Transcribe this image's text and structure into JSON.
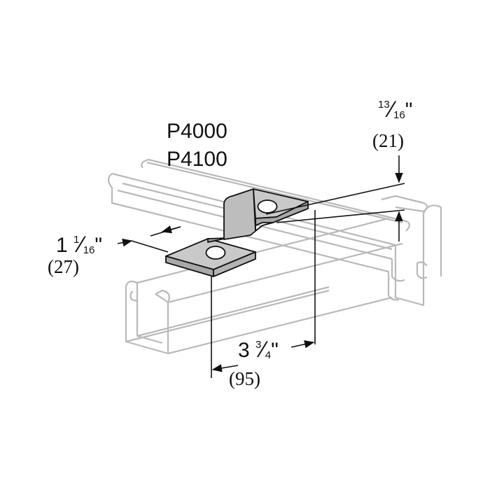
{
  "part_numbers": [
    "P4000",
    "P4100"
  ],
  "dimensions": {
    "height": {
      "numerator": "13",
      "denominator": "16",
      "unit": "\"",
      "metric": "(21)"
    },
    "width": {
      "whole": "1",
      "numerator": "1",
      "denominator": "16",
      "unit": "\"",
      "metric": "(27)"
    },
    "length": {
      "whole": "3",
      "numerator": "3",
      "denominator": "4",
      "unit": "\"",
      "metric": "(95)"
    }
  },
  "colors": {
    "strut_outline": "#b9b9b9",
    "bracket_face": "#c9c9c9",
    "bracket_side": "#a8a8a8",
    "line": "#111111"
  }
}
